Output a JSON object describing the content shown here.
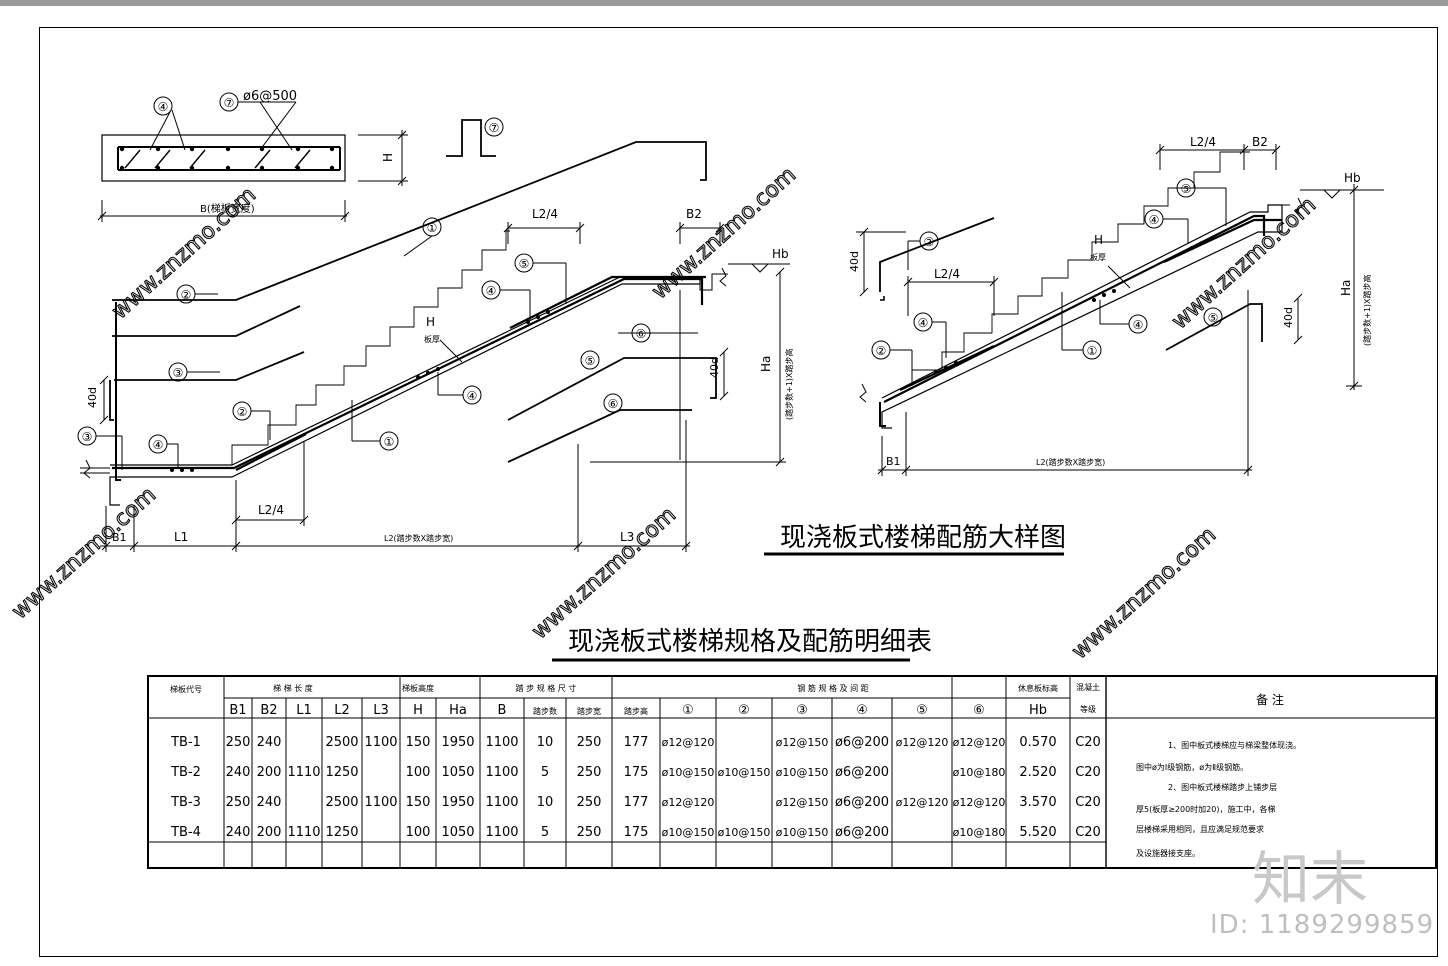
{
  "titles": {
    "detail": "现浇板式楼梯配筋大样图",
    "table": "现浇板式楼梯规格及配筋明细表"
  },
  "labels": {
    "rebar7_spec": "ø6@500",
    "width_b": "B(梯板宽度)",
    "h": "H",
    "hb": "Hb",
    "ha": "Ha",
    "ha_note": "(踏步数+1)X踏步高",
    "l2_note": "L2(踏步数X踏步宽)",
    "b1": "B1",
    "b2": "B2",
    "l1": "L1",
    "l3": "L3",
    "l2_4": "L2/4",
    "d40": "40d",
    "slab_thickness": "板厚",
    "c1": "①",
    "c2": "②",
    "c3": "③",
    "c4": "④",
    "c5": "⑤",
    "c6": "⑥",
    "c7": "⑦"
  },
  "table": {
    "group_headers": {
      "code": "梯板代号",
      "length": "梯 梯 长 度",
      "thickness": "梯板高度",
      "step": "踏 步 规 格 尺 寸",
      "rebar": "钢 筋 规 格 及 间 距",
      "elev": "休息板标高",
      "concrete": "混凝土等级",
      "remark": "备 注"
    },
    "sub_headers": [
      "B1",
      "B2",
      "L1",
      "L2",
      "L3",
      "H",
      "Ha",
      "B",
      "踏步数",
      "踏步宽",
      "踏步高",
      "①",
      "②",
      "③",
      "④",
      "⑤",
      "⑥",
      "Hb"
    ],
    "rows": [
      {
        "code": "TB-1",
        "cells": [
          "250",
          "240",
          "",
          "2500",
          "1100",
          "150",
          "1950",
          "1100",
          "10",
          "250",
          "177",
          "ø12@120",
          "",
          "ø12@150",
          "ø6@200",
          "ø12@120",
          "ø12@120",
          "0.570",
          "C20"
        ]
      },
      {
        "code": "TB-2",
        "cells": [
          "240",
          "200",
          "1110",
          "1250",
          "",
          "100",
          "1050",
          "1100",
          "5",
          "250",
          "175",
          "ø10@150",
          "ø10@150",
          "ø10@150",
          "ø6@200",
          "",
          "ø10@180",
          "2.520",
          "C20"
        ]
      },
      {
        "code": "TB-3",
        "cells": [
          "250",
          "240",
          "",
          "2500",
          "1100",
          "150",
          "1950",
          "1100",
          "10",
          "250",
          "177",
          "ø12@120",
          "",
          "ø12@150",
          "ø6@200",
          "ø12@120",
          "ø12@120",
          "3.570",
          "C20"
        ]
      },
      {
        "code": "TB-4",
        "cells": [
          "240",
          "200",
          "1110",
          "1250",
          "",
          "100",
          "1050",
          "1100",
          "5",
          "250",
          "175",
          "ø10@150",
          "ø10@150",
          "ø10@150",
          "ø6@200",
          "",
          "ø10@180",
          "5.520",
          "C20"
        ]
      }
    ],
    "remarks": [
      "1、图中板式楼梯应与梯梁整体现浇。",
      "图中ø为Ⅰ级钢筋，ø为Ⅱ级钢筋。",
      "2、图中板式楼梯踏步上铺步层",
      "厚5(板厚≥200时加20)，施工中，各梯",
      "层楼梯采用相同，且应满足规范要求",
      "及设施器接支座。"
    ]
  },
  "watermark": {
    "site": "www.znzmo.com",
    "brand": "知末",
    "id": "ID: 1189299859"
  }
}
